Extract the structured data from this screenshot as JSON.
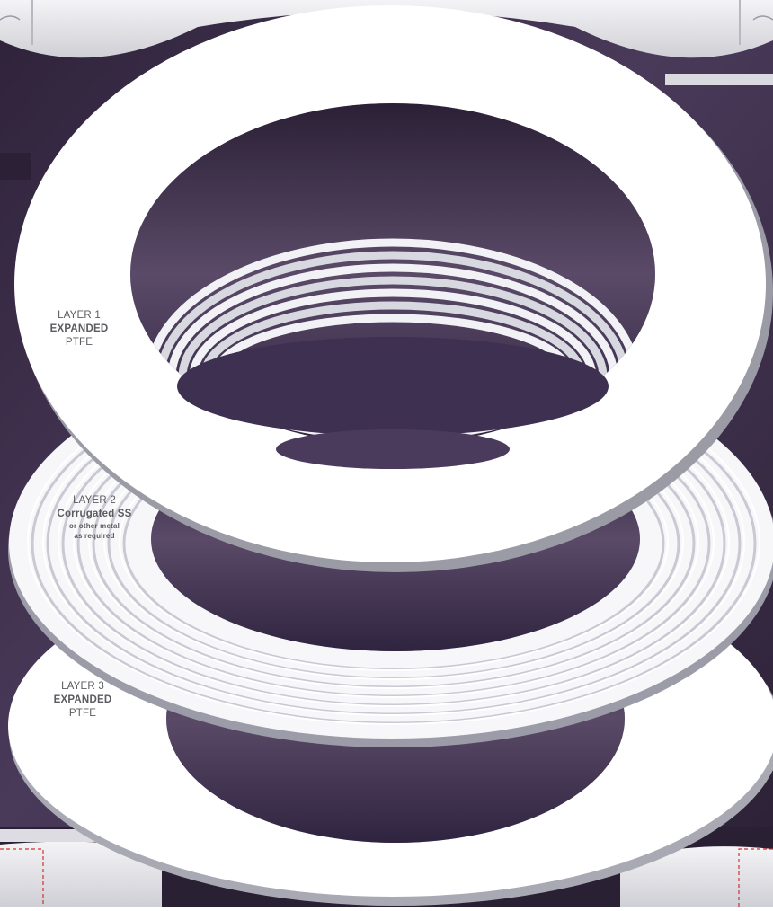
{
  "colors": {
    "background_plum": "#3b2c4a",
    "ring_white": "#ffffff",
    "ring_edge": "#b9b9c3",
    "flange_gray": "#e6e6e8",
    "label_gray": "#5b5b60",
    "guide_red": "#cc3333"
  },
  "labels": {
    "layer1": {
      "title": "LAYER 1",
      "line2": "EXPANDED",
      "line3": "PTFE"
    },
    "layer2": {
      "title": "LAYER 2",
      "line2": "Corrugated SS",
      "line3": "or other metal",
      "line4": "as required"
    },
    "layer3": {
      "title": "LAYER 3",
      "line2": "EXPANDED",
      "line3": "PTFE"
    }
  }
}
